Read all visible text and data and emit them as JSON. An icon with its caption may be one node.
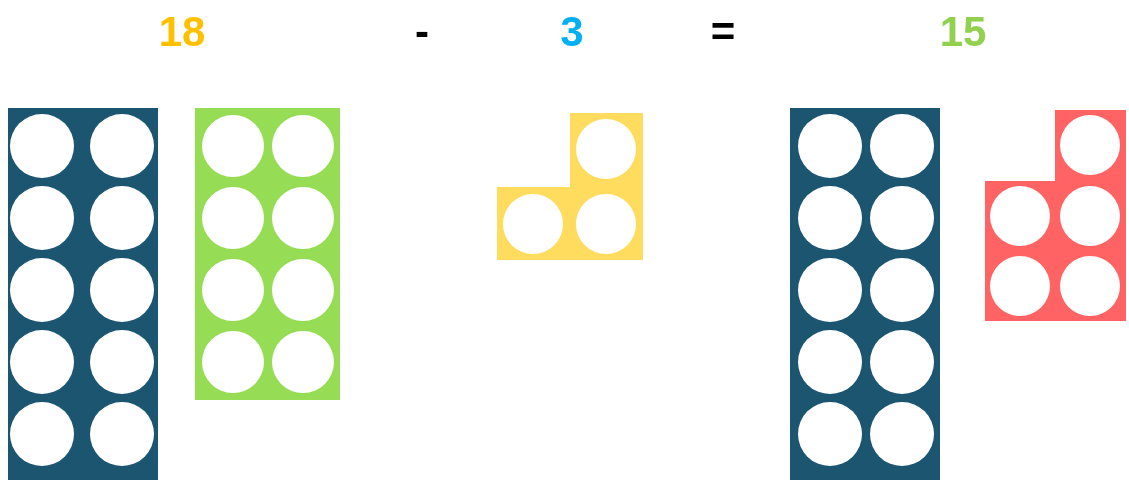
{
  "diagram": {
    "labels": [
      "18",
      "-",
      "3",
      "=",
      "15"
    ]
  }
}
